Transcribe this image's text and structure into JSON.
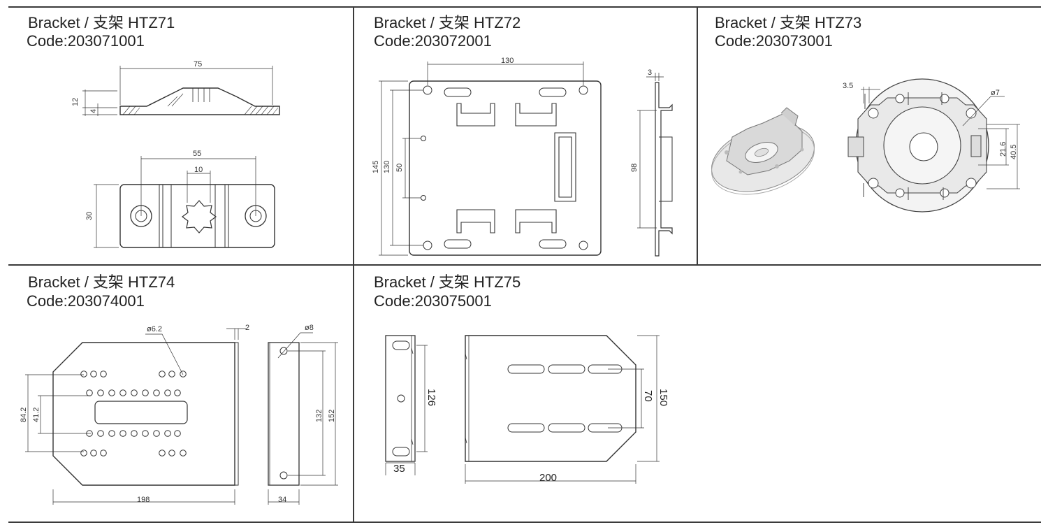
{
  "cells": [
    {
      "title": "Bracket / 支架  HTZ71",
      "code": "Code:203071001",
      "dims": [
        "75",
        "12",
        "4",
        "55",
        "10",
        "30"
      ]
    },
    {
      "title": "Bracket / 支架  HTZ72",
      "code": "Code:203072001",
      "dims": [
        "130",
        "145",
        "130",
        "50",
        "3",
        "98"
      ]
    },
    {
      "title": "Bracket / 支架  HTZ73",
      "code": "Code:203073001",
      "dims": [
        "3.5",
        "ø7",
        "21.6",
        "40.5"
      ]
    },
    {
      "title": "Bracket / 支架  HTZ74",
      "code": "Code:203074001",
      "dims": [
        "ø6.2",
        "2",
        "84.2",
        "41.2",
        "198",
        "ø8",
        "132",
        "152",
        "34"
      ]
    },
    {
      "title": "Bracket / 支架  HTZ75",
      "code": "Code:203075001",
      "dims": [
        "126",
        "35",
        "70",
        "150",
        "200"
      ]
    }
  ]
}
